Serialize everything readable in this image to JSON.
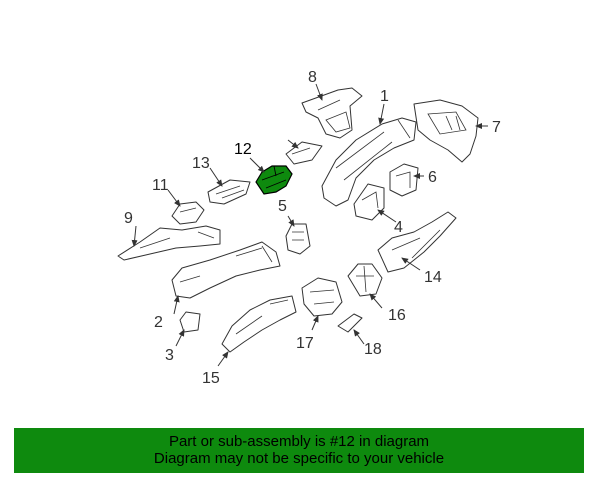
{
  "diagram": {
    "callouts": [
      {
        "id": "1",
        "text": "1"
      },
      {
        "id": "2",
        "text": "2"
      },
      {
        "id": "3",
        "text": "3"
      },
      {
        "id": "4",
        "text": "4"
      },
      {
        "id": "5",
        "text": "5"
      },
      {
        "id": "6",
        "text": "6"
      },
      {
        "id": "7",
        "text": "7"
      },
      {
        "id": "8",
        "text": "8"
      },
      {
        "id": "9",
        "text": "9"
      },
      {
        "id": "11",
        "text": "11"
      },
      {
        "id": "12",
        "text": "12"
      },
      {
        "id": "13",
        "text": "13"
      },
      {
        "id": "14",
        "text": "14"
      },
      {
        "id": "15",
        "text": "15"
      },
      {
        "id": "16",
        "text": "16"
      },
      {
        "id": "17",
        "text": "17"
      },
      {
        "id": "18",
        "text": "18"
      }
    ],
    "highlighted_part": "12",
    "highlight_color": "#0e8a0e",
    "line_color": "#333333"
  },
  "banner": {
    "line1": "Part or sub-assembly is #12 in diagram",
    "line2": "Diagram may not be specific to your vehicle",
    "background": "#0e8a0e"
  }
}
